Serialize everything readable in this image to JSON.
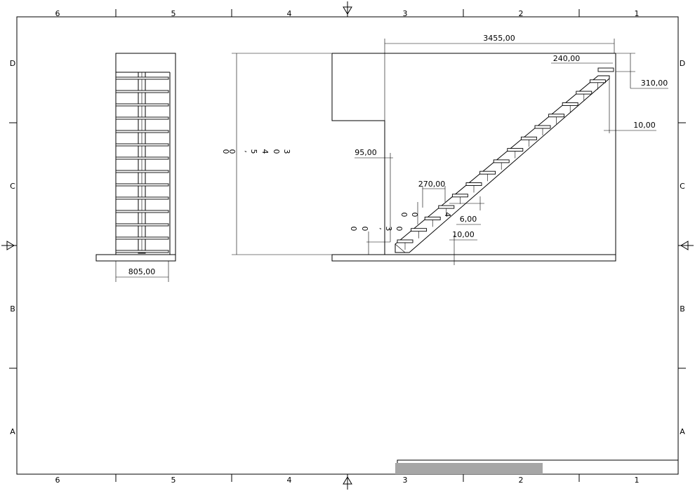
{
  "sheet": {
    "columns_top": [
      "6",
      "5",
      "4",
      "3",
      "2",
      "1"
    ],
    "columns_bottom": [
      "6",
      "5",
      "4",
      "3",
      "2",
      "1"
    ],
    "rows_left": [
      "D",
      "C",
      "B",
      "A"
    ],
    "rows_right": [
      "D",
      "C",
      "B",
      "A"
    ]
  },
  "dimensions": {
    "overall_length": "3455,00",
    "landing_width": "240,00",
    "top_offset": "310,00",
    "wall_gap": "10,00",
    "lower_offset": "95,00",
    "tread_depth": "270,00",
    "tread_thickness": "6,00",
    "bottom_gap": "10,00",
    "plan_width": "805,00"
  },
  "vertical_labels": {
    "overall_height": [
      "0",
      "0",
      "’",
      "5",
      "4",
      "0",
      "3"
    ],
    "lower_height": [
      "0",
      "0",
      "’",
      "3",
      "0"
    ],
    "riser_height": [
      "0",
      "0",
      "4"
    ]
  },
  "stair": {
    "plan_tread_count": 14,
    "elevation_tread_count": 15
  },
  "colors": {
    "line": "#000000",
    "title_bar": "#a6a6a6",
    "paper": "#ffffff"
  }
}
